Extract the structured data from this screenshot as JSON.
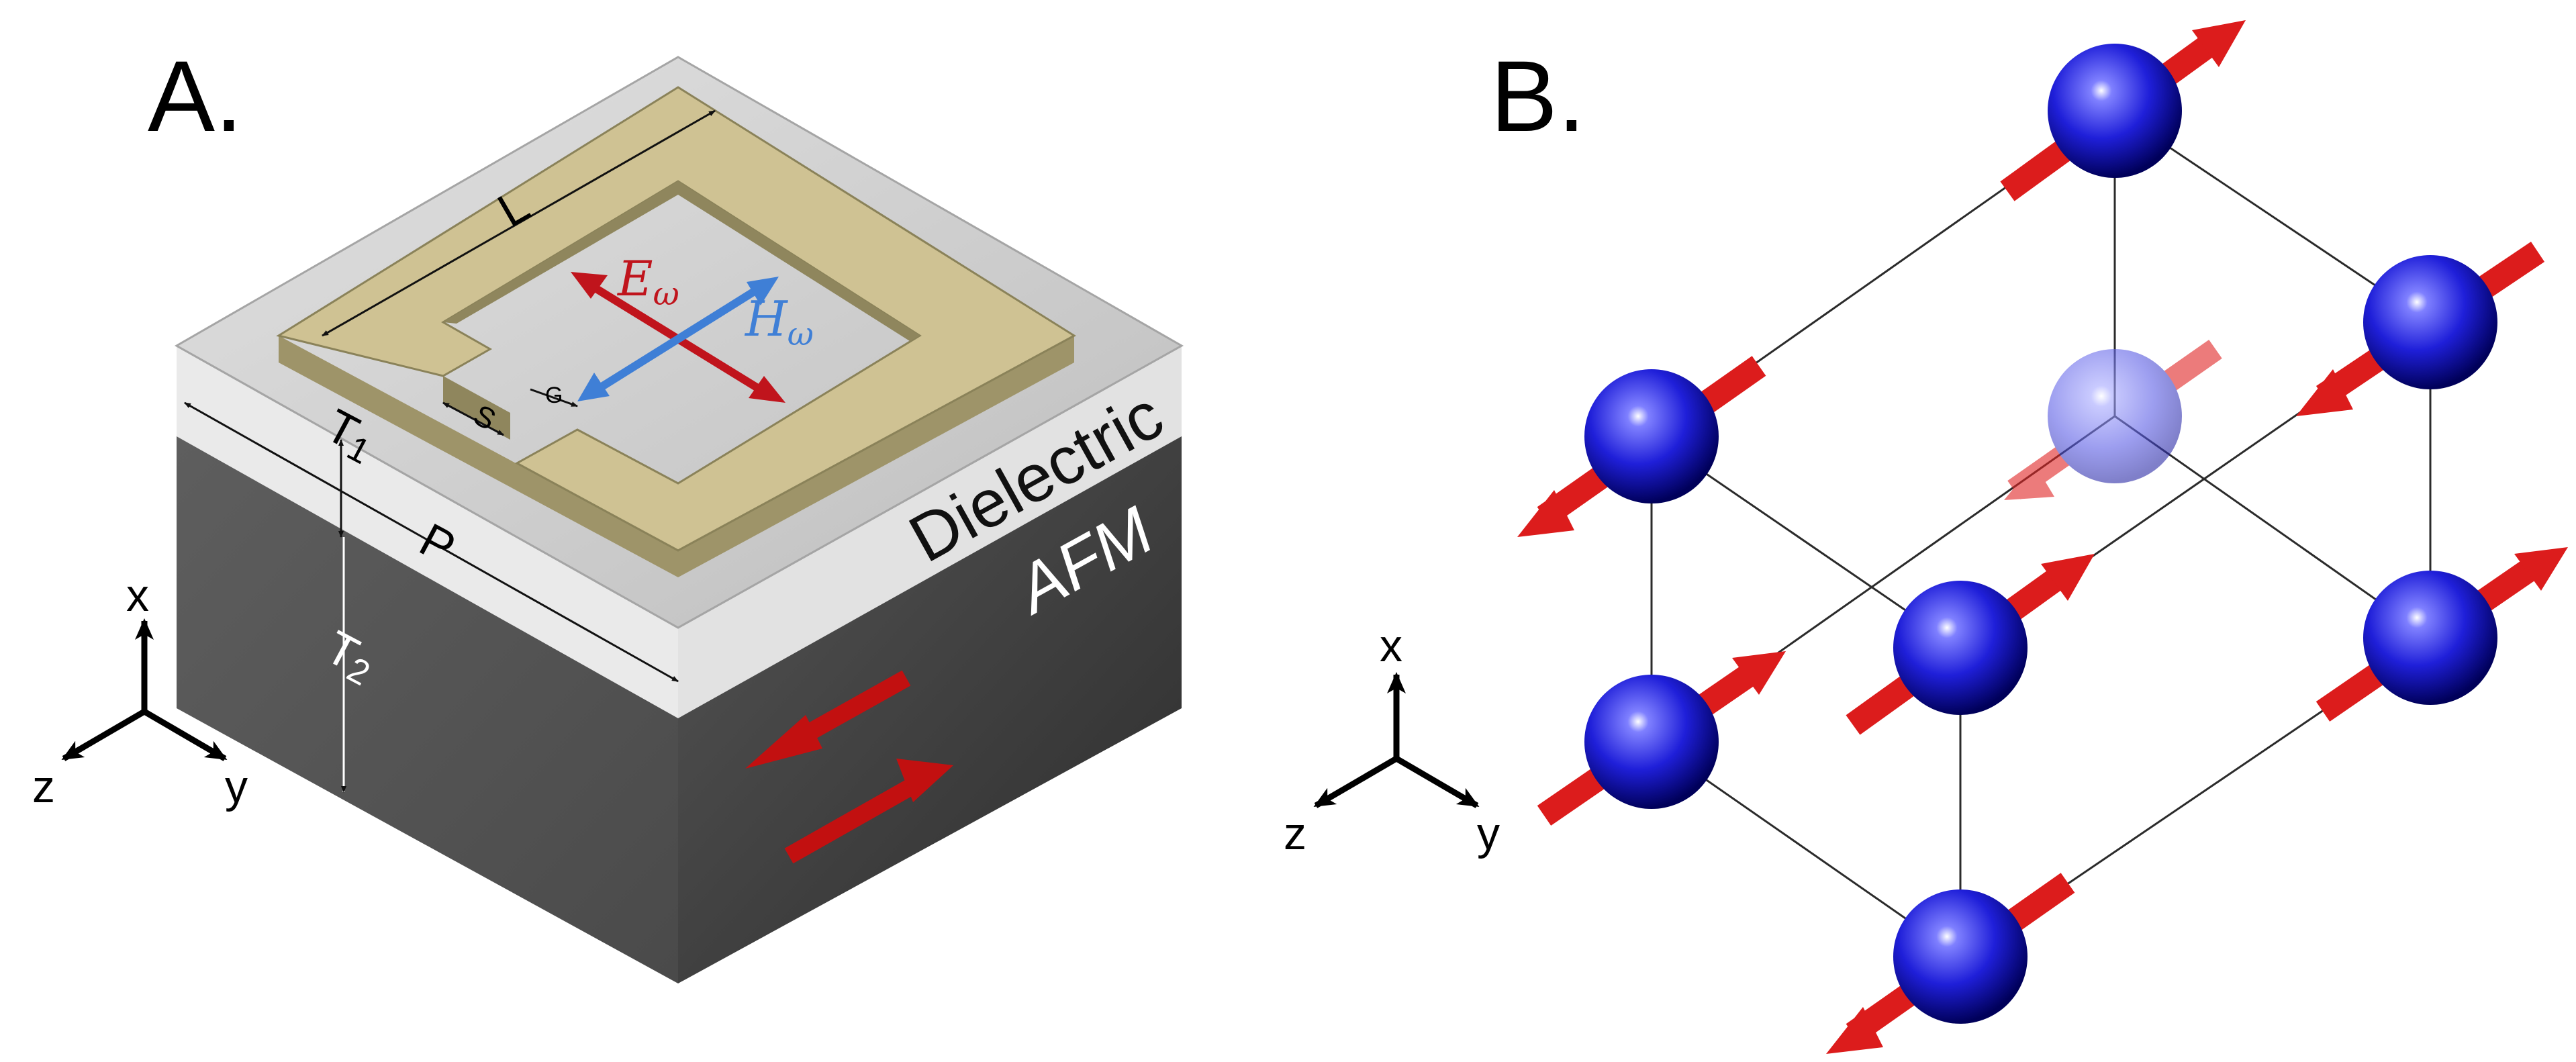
{
  "panels": {
    "a": {
      "label": "A.",
      "layers": {
        "dielectric": "Dielectric",
        "afm": "AFM"
      },
      "dims": {
        "L": "L",
        "T1": "T",
        "T1_sub": "1",
        "T2": "T",
        "T2_sub": "2",
        "P": "P",
        "S": "S",
        "G": "G"
      },
      "fields": {
        "E": "E",
        "E_sub": "ω",
        "H": "H",
        "H_sub": "ω"
      },
      "axes": {
        "x": "x",
        "y": "y",
        "z": "z"
      }
    },
    "b": {
      "label": "B.",
      "axes": {
        "x": "x",
        "y": "y",
        "z": "z"
      }
    }
  },
  "colors": {
    "gold": "#cfc293",
    "gold_dark": "#9e9469",
    "dielectric_top": "#c9c9c9",
    "dielectric_side": "#e6e6e6",
    "afm_left": "#565656",
    "afm_right": "#3a3a3a",
    "spin_arrow": "#d11b1b",
    "e_field": "#c0141c",
    "h_field": "#3f7fd6",
    "atom": "#1f1fd9",
    "atom_edge": "#00005a"
  }
}
